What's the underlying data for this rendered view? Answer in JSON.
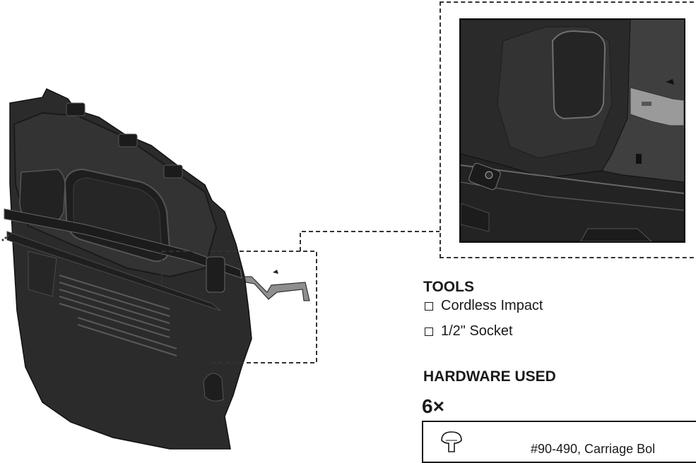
{
  "tools": {
    "heading": "TOOLS",
    "items": [
      "Cordless Impact",
      "1/2\" Socket"
    ]
  },
  "hardware": {
    "heading": "HARDWARE USED",
    "quantity": "6×",
    "part_label": "#90-490, Carriage Bol"
  }
}
